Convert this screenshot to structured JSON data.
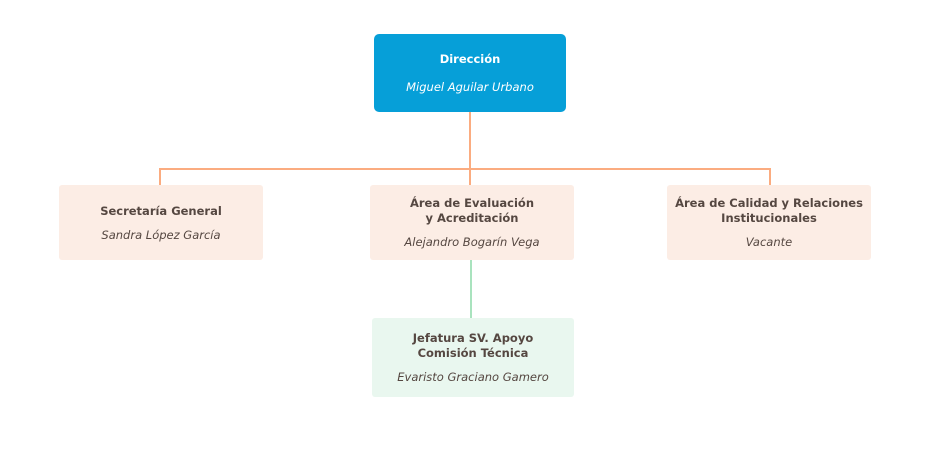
{
  "colors": {
    "background": "#FFFFFF",
    "root_node_bg": "#069FD8",
    "root_node_text": "#FFFFFF",
    "level2_node_bg": "#FCEDE5",
    "level3_node_bg": "#E9F7EF",
    "node_text": "#554741",
    "connector_level2": "#FBAC80",
    "connector_level3": "#A9E3BE"
  },
  "org_chart": {
    "type": "org-chart",
    "root": {
      "title": "Dirección",
      "person": "Miguel Aguilar Urbano"
    },
    "level2": [
      {
        "title": "Secretaría General",
        "person": "Sandra López García",
        "parent": "Dirección"
      },
      {
        "title": "Área de Evaluación\ny Acreditación",
        "person": "Alejandro Bogarín Vega",
        "parent": "Dirección"
      },
      {
        "title": "Área de Calidad y Relaciones\nInstitucionales",
        "person": "Vacante",
        "parent": "Dirección"
      }
    ],
    "level3": [
      {
        "title": "Jefatura SV. Apoyo\nComisión Técnica",
        "person": "Evaristo Graciano Gamero",
        "parent": "Área de Evaluación y Acreditación"
      }
    ]
  }
}
